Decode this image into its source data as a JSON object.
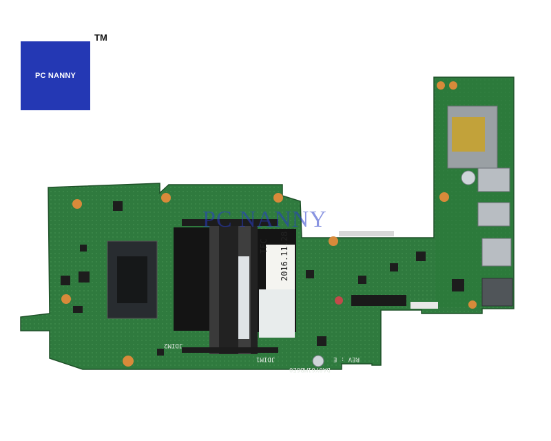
{
  "logo": {
    "text": "PC NANNY",
    "trademark": "TM",
    "color": "#2438b4"
  },
  "watermark": {
    "text": "PC NANNY"
  },
  "board": {
    "color": "#2f7a3e",
    "sticker_tfc": "TFC",
    "sticker_date": "2016.11.28",
    "silkscreen_model": "DA0Y61MB6E0",
    "silkscreen_rev": "REV : E",
    "silkscreen_dimm1": "JDIM1",
    "silkscreen_dimm2": "JDIM2"
  }
}
